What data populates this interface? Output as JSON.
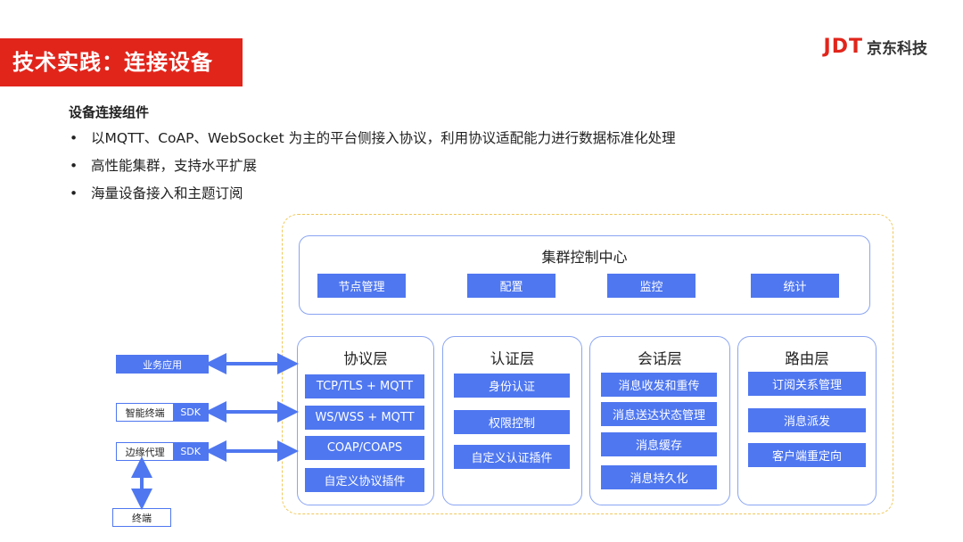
{
  "header": {
    "title": "技术实践：连接设备",
    "logo_mark": "JDT",
    "logo_text": "京东科技"
  },
  "section": {
    "title": "设备连接组件",
    "bullets": [
      "以MQTT、CoAP、WebSocket 为主的平台侧接入协议，利用协议适配能力进行数据标准化处理",
      "高性能集群，支持水平扩展",
      "海量设备接入和主题订阅"
    ],
    "bullet_glyph": "•"
  },
  "cluster": {
    "title": "集群控制中心",
    "items": [
      "节点管理",
      "配置",
      "监控",
      "统计"
    ]
  },
  "layers": [
    {
      "title": "协议层",
      "items": [
        "TCP/TLS + MQTT",
        "WS/WSS + MQTT",
        "COAP/COAPS",
        "自定义协议插件"
      ]
    },
    {
      "title": "认证层",
      "items": [
        "身份认证",
        "权限控制",
        "自定义认证插件"
      ]
    },
    {
      "title": "会话层",
      "items": [
        "消息收发和重传",
        "消息送达状态管理",
        "消息缓存",
        "消息持久化"
      ]
    },
    {
      "title": "路由层",
      "items": [
        "订阅关系管理",
        "消息派发",
        "客户端重定向"
      ]
    }
  ],
  "clients": {
    "business_app": "业务应用",
    "smart_terminal": "智能终端",
    "smart_terminal_sdk": "SDK",
    "edge_proxy": "边缘代理",
    "edge_proxy_sdk": "SDK",
    "terminal": "终端"
  },
  "colors": {
    "brand_red": "#e1251b",
    "accent_blue": "#4f77f0",
    "border_blue": "#8aa4f2",
    "dashed_yellow": "#f0c75a"
  }
}
